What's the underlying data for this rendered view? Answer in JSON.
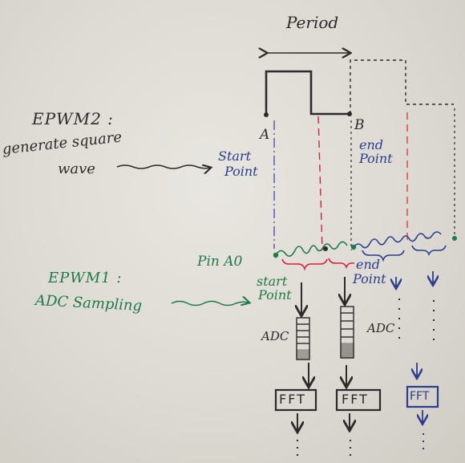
{
  "labels": {
    "period": "Period",
    "epwm2": "EPWM2 :",
    "epwm2_desc_line1": "generate square",
    "epwm2_desc_line2": "wave",
    "point_a": "A",
    "point_b": "B",
    "start_top_1": "Start",
    "start_top_2": "Point",
    "end_top_1": "end",
    "end_top_2": "Point",
    "pin": "Pin A0",
    "epwm1": "EPWM1 :",
    "epwm1_desc": "ADC Sampling",
    "start_bottom_1": "start",
    "start_bottom_2": "Point",
    "end_bottom_1": "end",
    "end_bottom_2": "Point",
    "adc_left": "ADC",
    "adc_right": "ADC",
    "fft": "FFT"
  },
  "colors": {
    "ink": "#2c2a2c",
    "blue": "#2b3d8e",
    "green": "#1f7a4a",
    "red": "#d8203a",
    "paper": "#e3e0d9"
  }
}
